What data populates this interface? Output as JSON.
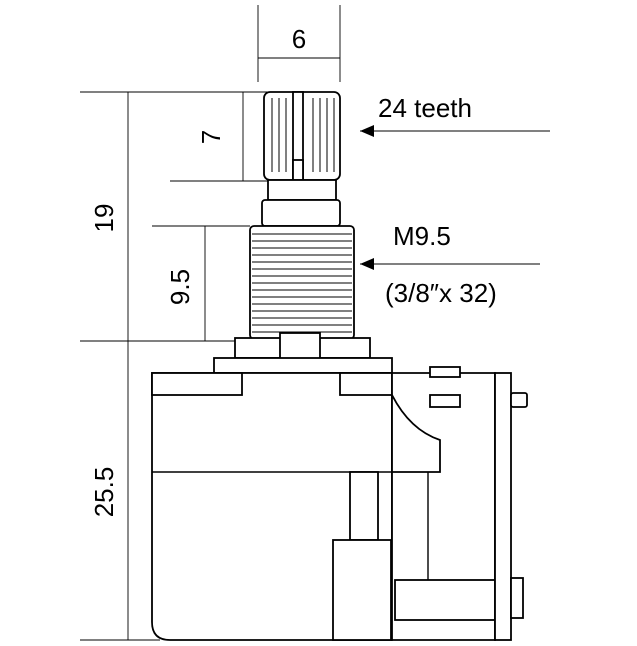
{
  "dimensions": {
    "shaft_diameter": "6",
    "knurl_height": "7",
    "shaft_length": "19",
    "thread_length": "9.5",
    "body_height": "25.5"
  },
  "annotations": {
    "knurl": "24 teeth",
    "thread": "M9.5",
    "thread_imperial": "(3/8″x 32)"
  }
}
